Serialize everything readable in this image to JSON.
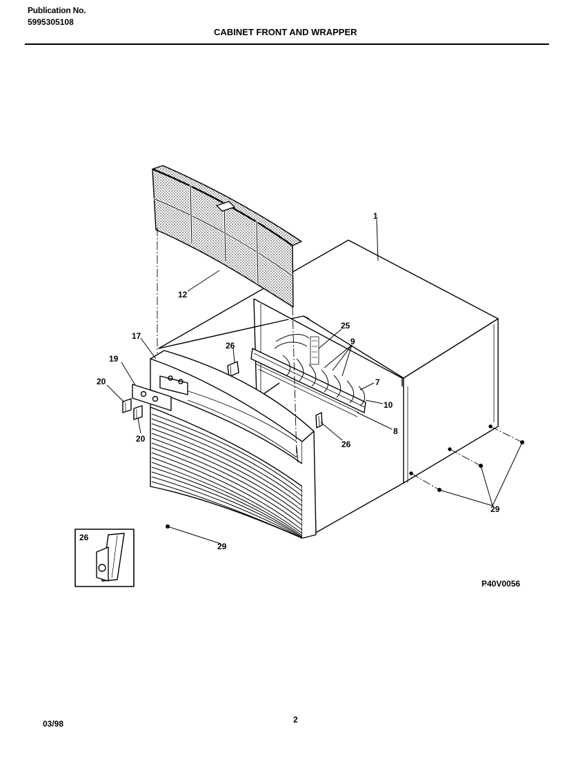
{
  "header": {
    "publication_label": "Publication No.",
    "model_number": "5995305108",
    "section_title": "CABINET FRONT AND WRAPPER"
  },
  "diagram": {
    "callouts": {
      "c1": "1",
      "c12": "12",
      "c17": "17",
      "c19": "19",
      "c20a": "20",
      "c20b": "20",
      "c25": "25",
      "c9": "9",
      "c7": "7",
      "c10": "10",
      "c26a": "26",
      "c26b": "26",
      "c8": "8",
      "c29a": "29",
      "c29b": "29",
      "c26inset": "26"
    },
    "figure_ref": "P40V0056"
  },
  "footer": {
    "date": "03/98",
    "page": "2"
  }
}
